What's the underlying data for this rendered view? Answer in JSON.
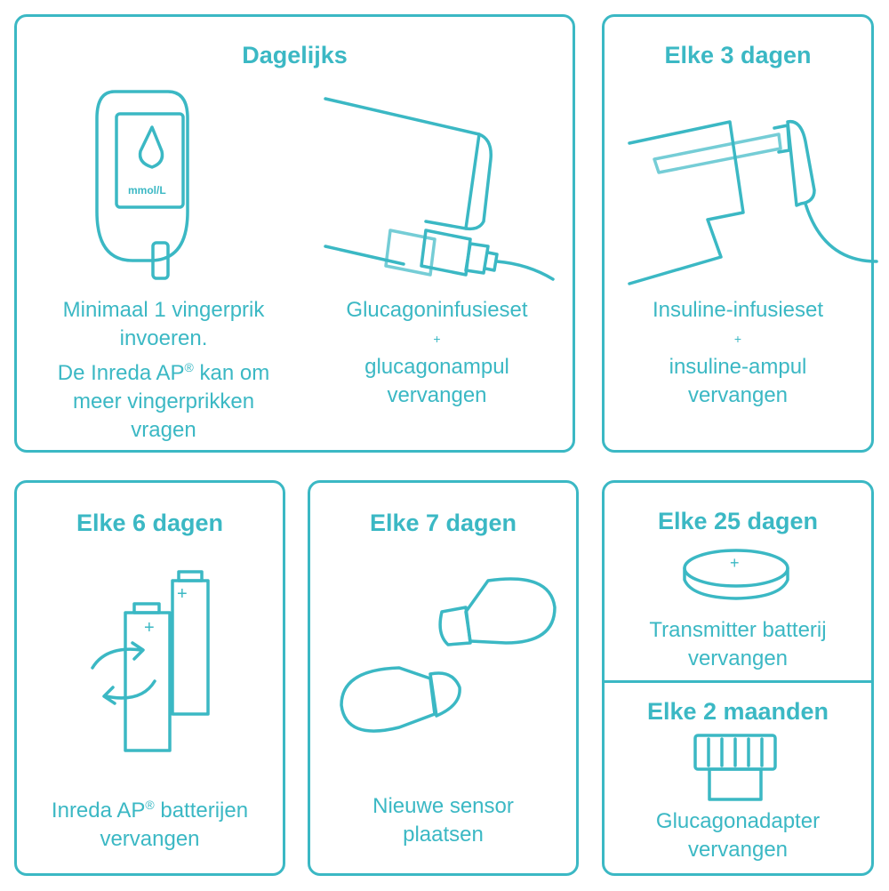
{
  "daily": {
    "title": "Dagelijks",
    "meter_label": "mmol/L",
    "left_text": [
      "Minimaal 1 vingerprik",
      "invoeren.",
      "De Inreda AP",
      "kan om",
      "meer vingerprikken",
      "vragen"
    ],
    "reg": "®",
    "right_text": {
      "line1": "Glucagoninfusieset",
      "plus": "+",
      "line2": "glucagonampul",
      "line3": "vervangen"
    }
  },
  "three_days": {
    "title": "Elke 3 dagen",
    "line1": "Insuline-infusieset",
    "plus": "+",
    "line2": "insuline-ampul",
    "line3": "vervangen"
  },
  "six_days": {
    "title": "Elke 6 dagen",
    "battery_plus": "+",
    "line1a": "Inreda AP",
    "reg": "®",
    "line1b": "batterijen",
    "line2": "vervangen"
  },
  "seven_days": {
    "title": "Elke 7 dagen",
    "line1": "Nieuwe sensor",
    "line2": "plaatsen"
  },
  "twentyfive_days": {
    "title": "Elke 25 dagen",
    "coin_plus": "+",
    "line1": "Transmitter batterij",
    "line2": "vervangen"
  },
  "two_months": {
    "title": "Elke 2 maanden",
    "line1": "Glucagonadapter",
    "line2": "vervangen"
  },
  "colors": {
    "accent": "#3bb8c4"
  }
}
